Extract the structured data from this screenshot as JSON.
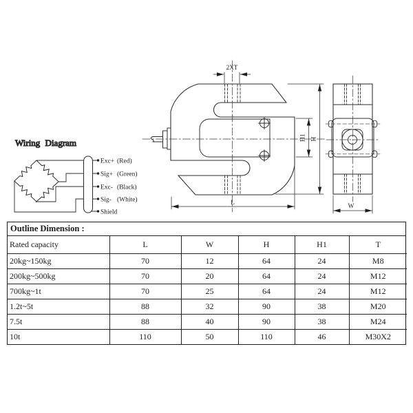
{
  "wiring": {
    "title": "Wiring Diagram",
    "leads": [
      {
        "name": "Exc+",
        "color": "(Red)"
      },
      {
        "name": "Sig+",
        "color": "(Green)"
      },
      {
        "name": "Exc-",
        "color": "(Black)"
      },
      {
        "name": "Sig-",
        "color": "(White)"
      },
      {
        "name": "Shield",
        "color": ""
      }
    ]
  },
  "drawing": {
    "dims": {
      "thread": "2XT",
      "h": "H",
      "h1": "H1",
      "l": "L",
      "w": "W"
    }
  },
  "table": {
    "title": "Outline Dimension :",
    "columns": [
      "Rated capacity",
      "L",
      "W",
      "H",
      "H1",
      "T"
    ],
    "rows": [
      [
        "20kg~150kg",
        "70",
        "12",
        "64",
        "24",
        "M8"
      ],
      [
        "200kg~500kg",
        "70",
        "20",
        "64",
        "24",
        "M12"
      ],
      [
        "700kg~1t",
        "70",
        "25",
        "64",
        "24",
        "M12"
      ],
      [
        "1.2t~5t",
        "88",
        "32",
        "90",
        "38",
        "M20"
      ],
      [
        "7.5t",
        "88",
        "40",
        "90",
        "38",
        "M24"
      ],
      [
        "10t",
        "110",
        "50",
        "110",
        "46",
        "M30X2"
      ]
    ]
  },
  "colors": {
    "ink": "#1f1f1f",
    "background": "#ffffff"
  }
}
